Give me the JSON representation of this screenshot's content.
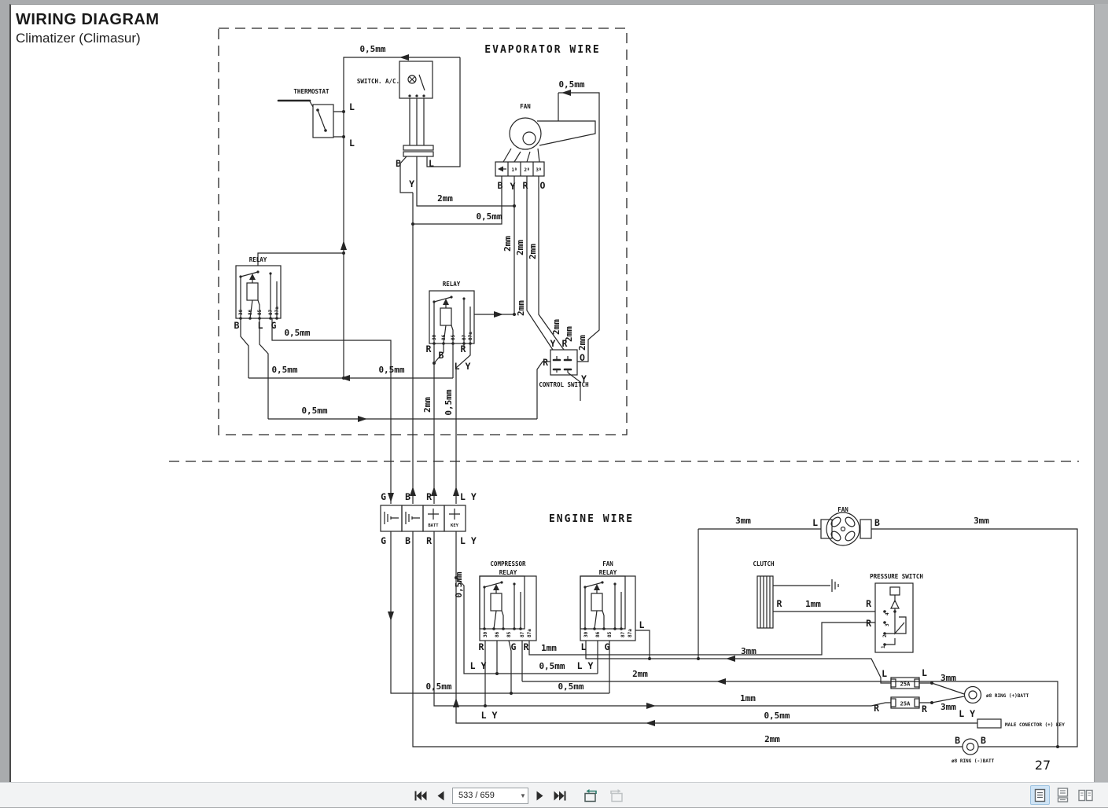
{
  "header": {
    "title": "WIRING DIAGRAM",
    "subtitle": "Climatizer (Climasur)"
  },
  "diagram": {
    "sections": {
      "evaporator": "EVAPORATOR WIRE",
      "engine": "ENGINE WIRE"
    },
    "components": {
      "thermostat": "THERMOSTAT",
      "switch_ac": "SWITCH. A/C.",
      "fan": "FAN",
      "relay": "RELAY",
      "control_switch": "CONTROL SWITCH",
      "compressor": "COMPRESSOR",
      "clutch": "CLUTCH",
      "pressure_switch": "PRESSURE SWITCH",
      "batt": "BATT",
      "key": "KEY",
      "fuse_25a": "25A",
      "ring_batt_pos": "ø8 RING (+)BATT",
      "male_connector": "MALE CONECTOR (+) KEY",
      "ring_batt_neg": "ø8 RING (-)BATT"
    },
    "gauges": {
      "g05": "0,5mm",
      "g1": "1mm",
      "g2": "2mm",
      "g3": "3mm"
    },
    "wire_codes": {
      "B": "B",
      "L": "L",
      "G": "G",
      "Y": "Y",
      "R": "R",
      "O": "O",
      "LY": "L Y"
    },
    "relay_pins": {
      "p30": "30",
      "p86": "86",
      "p85": "85",
      "p87": "87",
      "p87a": "87a"
    },
    "fan_connector_pins": {
      "c1": "1ª",
      "c2": "2ª",
      "c3": "3ª"
    },
    "pressure_switch_pins": {
      "n1": "1",
      "n2": "2",
      "n3": "3",
      "n4": "4"
    },
    "page_number": "27"
  },
  "toolbar": {
    "page_input": "533 / 659"
  }
}
